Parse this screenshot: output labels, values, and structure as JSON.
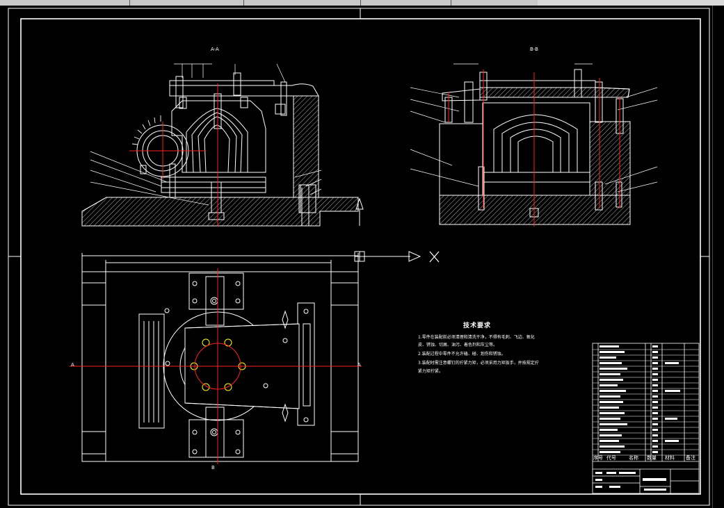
{
  "window": {
    "type": "CAD drawing viewport",
    "colors": {
      "background": "#000000",
      "line": "#ffffff",
      "centerline": "#ff2020",
      "accent_yellow": "#ffff00",
      "toolbar": "#c9c9c9"
    }
  },
  "views": {
    "section_a": {
      "title": "A-A"
    },
    "section_b": {
      "title": "B-B"
    },
    "plan": {
      "marker_left": "A",
      "marker_right": "A",
      "marker_bottom": "B"
    }
  },
  "tech_requirements": {
    "title": "技术要求",
    "lines": [
      "1.零件在装配前必须清理和清洗干净，不得有毛刺、飞边、氧化",
      "皮、锈蚀、切屑、油污、着色剂和灰尘等。",
      "2.装配过程中零件不允许磕、碰、划伤和锈蚀。",
      "3.装配时需注意螺钉的拧紧力矩，必须采用力矩扳手，并按规定拧",
      "紧力矩拧紧。"
    ]
  },
  "title_block": {
    "headers": [
      "序号",
      "代号",
      "名称",
      "数量",
      "材料",
      "备注"
    ]
  },
  "ucs": {
    "axis_label": "X"
  },
  "icons": [
    "ucs-icon",
    "crosshair-cursor-icon",
    "arrow-right-icon"
  ]
}
